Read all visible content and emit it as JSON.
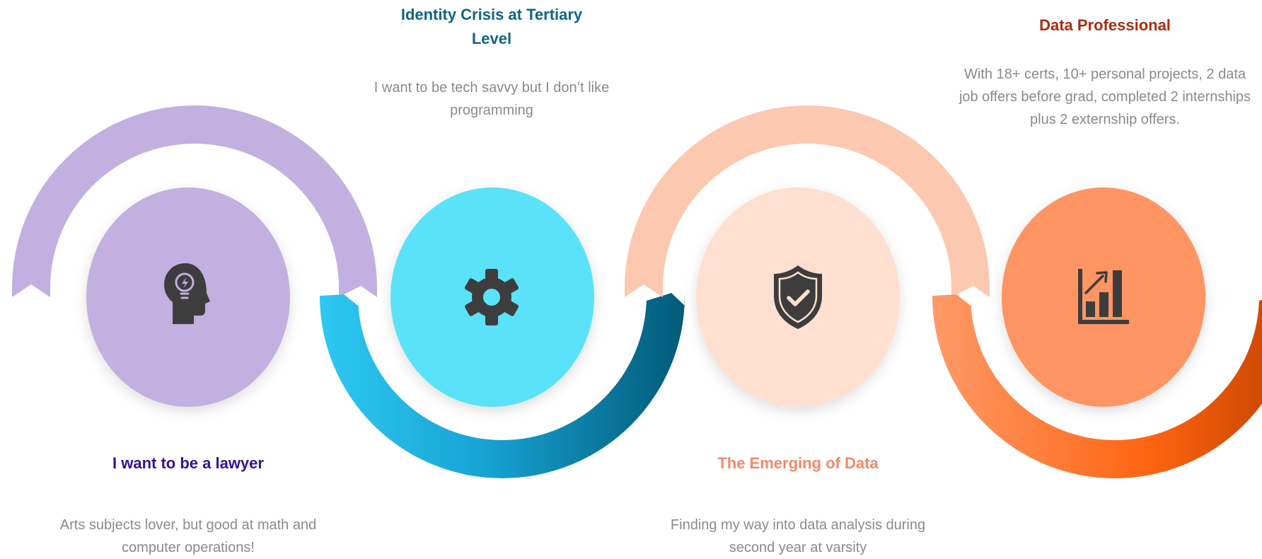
{
  "steps": [
    {
      "title": "I want to be a lawyer",
      "description": "Arts subjects lover, but good at math and computer operations!",
      "icon": "lightbulb-head-icon",
      "circle_color": "#c2b0e0",
      "arc_color": "#c2b0e0",
      "title_color": "#34138f"
    },
    {
      "title": "Identity Crisis at Tertiary Level",
      "description": "I want to be tech savvy but I don’t like programming",
      "icon": "gear-icon",
      "circle_color": "#5ae2f8",
      "arc_colors": [
        "#2ec8f2",
        "#025a78"
      ],
      "title_color": "#0f6584"
    },
    {
      "title": "The Emerging of Data",
      "description": "Finding my way into data analysis during second year at varsity",
      "icon": "shield-check-icon",
      "circle_color": "#fedfd0",
      "arc_color": "#fdc8b0",
      "title_color": "#f08a6a"
    },
    {
      "title": "Data Professional",
      "description": "With 18+ certs, 10+ personal projects, 2 data job offers before grad, completed 2 internships plus 2 externship offers.",
      "icon": "bar-chart-growth-icon",
      "circle_color": "#fe9562",
      "arc_colors": [
        "#fe9a68",
        "#fe6310",
        "#c24200"
      ],
      "title_color": "#a72e12"
    }
  ],
  "icon_color": "#3d3d3d"
}
